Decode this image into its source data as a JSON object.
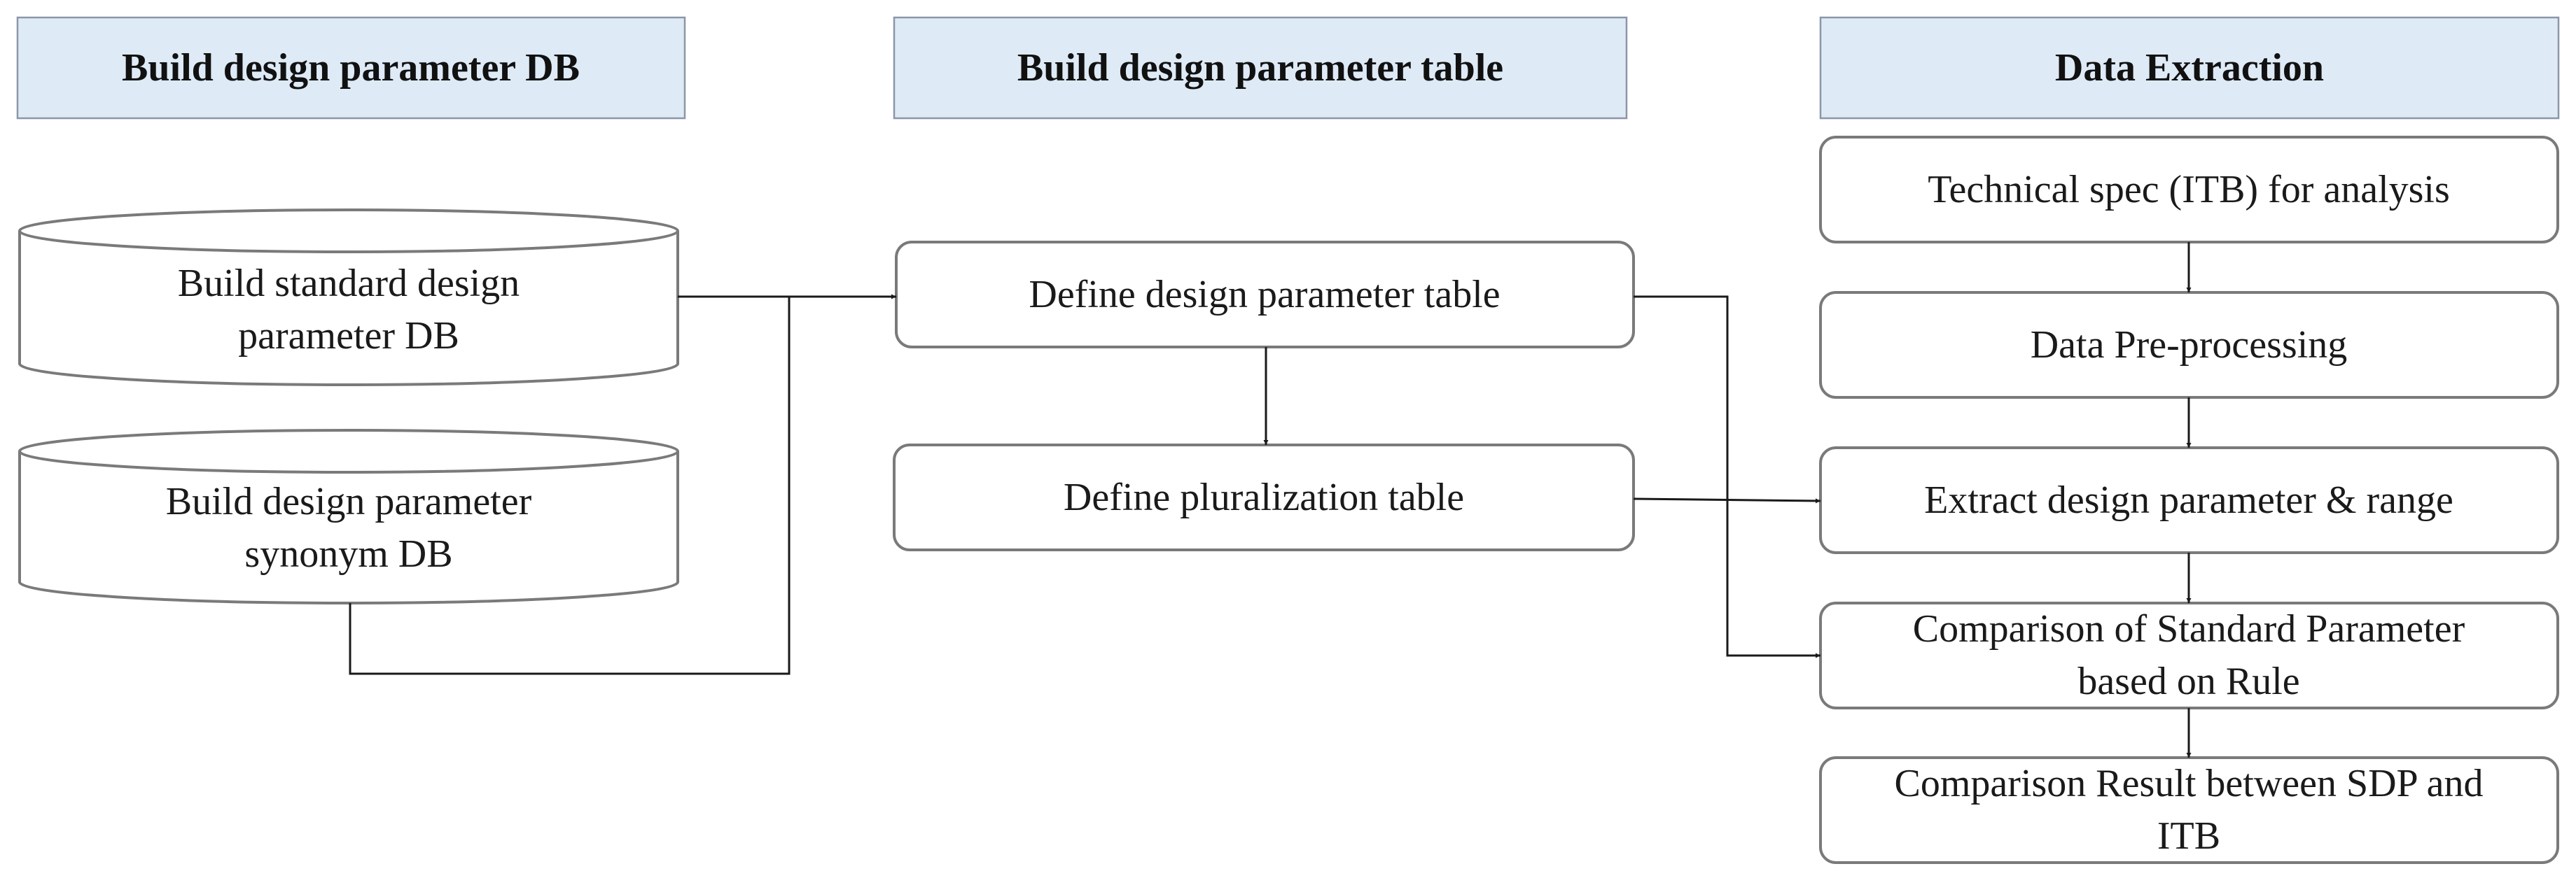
{
  "columns": {
    "db": {
      "header": "Build design parameter DB"
    },
    "table": {
      "header": "Build design parameter table"
    },
    "extraction": {
      "header": "Data Extraction"
    }
  },
  "databases": [
    {
      "id": "standard-db",
      "lines": [
        "Build standard design",
        "parameter DB"
      ]
    },
    {
      "id": "synonym-db",
      "lines": [
        "Build design parameter",
        "synonym DB"
      ]
    }
  ],
  "table_steps": [
    {
      "id": "define-design-parameter-table",
      "lines": [
        "Define design parameter table"
      ]
    },
    {
      "id": "define-pluralization-table",
      "lines": [
        "Define pluralization table"
      ]
    }
  ],
  "extraction_steps": [
    {
      "id": "technical-spec",
      "lines": [
        "Technical spec (ITB)  for analysis"
      ]
    },
    {
      "id": "data-preprocessing",
      "lines": [
        "Data Pre-processing"
      ]
    },
    {
      "id": "extract-design-parameter",
      "lines": [
        "Extract design parameter & range"
      ]
    },
    {
      "id": "comparison-standard-parameter",
      "lines": [
        "Comparison of Standard Parameter",
        "based on Rule"
      ]
    },
    {
      "id": "comparison-result",
      "lines": [
        "Comparison Result between SDP and",
        "ITB"
      ]
    }
  ]
}
